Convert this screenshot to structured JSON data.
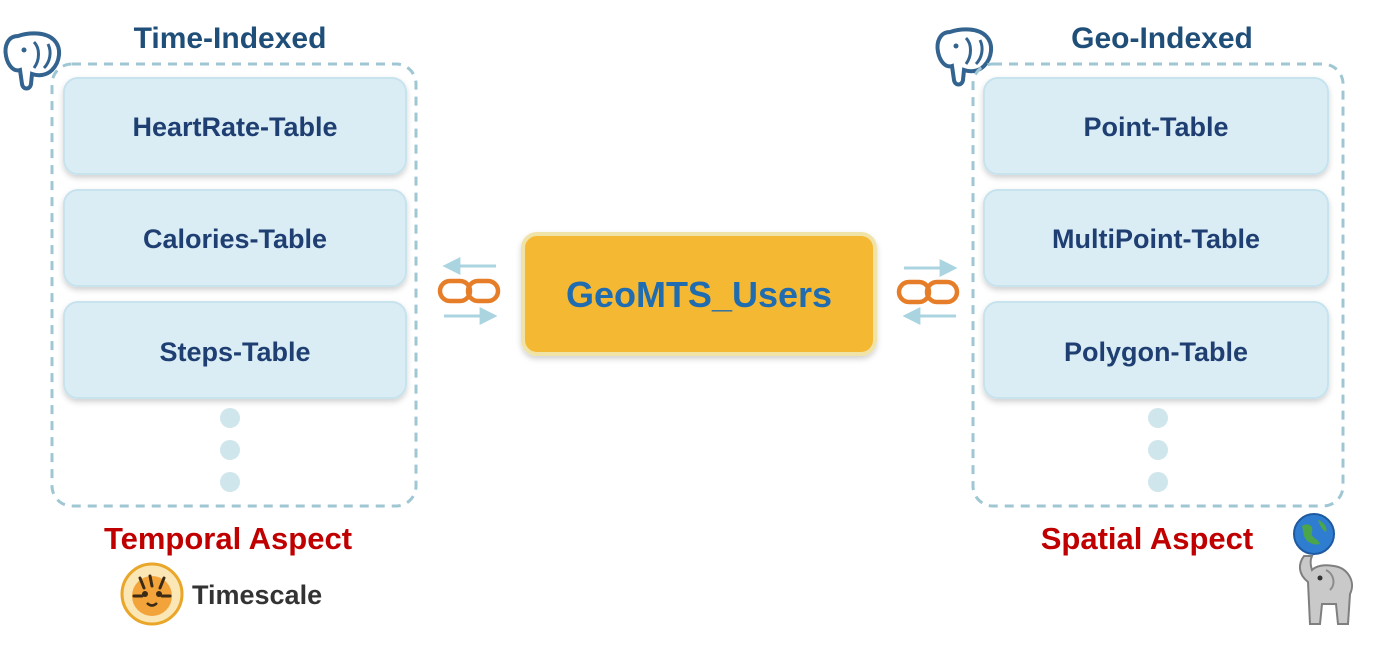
{
  "colors": {
    "accent_orange": "#f5b830",
    "table_fill": "#daedf5",
    "table_border": "#c6e3ee",
    "dash_color": "#9fc7d3",
    "link_orange": "#e67d28",
    "aspect_red": "#c00000",
    "title_blue": "#1f4e79",
    "table_text": "#1f3f72",
    "center_text": "#1f6cb0"
  },
  "left_group": {
    "title": "Time-Indexed",
    "logo_icon": "postgresql-elephant-icon",
    "tables": [
      {
        "label": "HeartRate-Table"
      },
      {
        "label": "Calories-Table"
      },
      {
        "label": "Steps-Table"
      }
    ],
    "aspect_label": "Temporal Aspect",
    "brand_icon": "timescale-tiger-icon",
    "brand_label": "Timescale"
  },
  "center": {
    "label": "GeoMTS_Users",
    "left_link_icon": "chain-link-icon",
    "right_link_icon": "chain-link-icon"
  },
  "right_group": {
    "title": "Geo-Indexed",
    "logo_icon": "postgresql-elephant-icon",
    "tables": [
      {
        "label": "Point-Table"
      },
      {
        "label": "MultiPoint-Table"
      },
      {
        "label": "Polygon-Table"
      }
    ],
    "aspect_label": "Spatial Aspect",
    "brand_icon": "postgis-elephant-globe-icon"
  }
}
